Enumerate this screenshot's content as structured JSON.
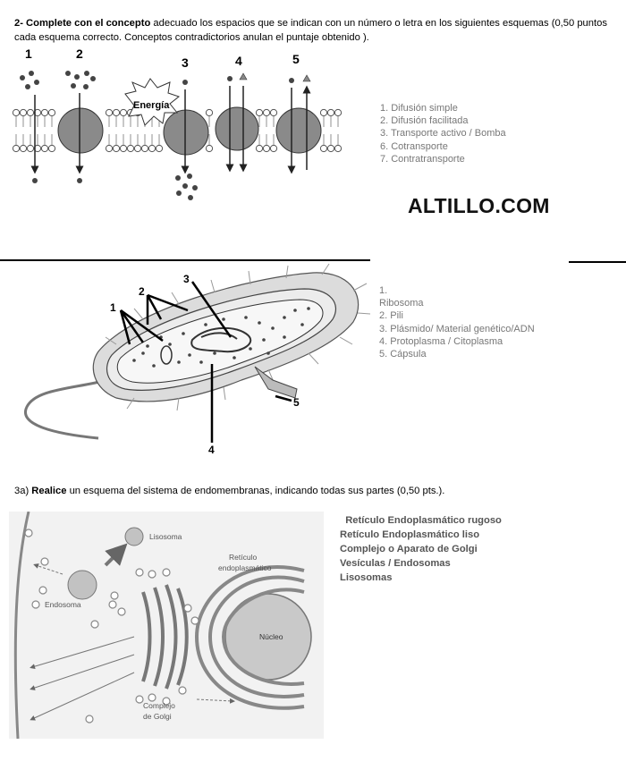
{
  "question2": {
    "bold": "2- Complete con el concepto",
    "text": " adecuado los espacios que se indican con un número o letra en los siguientes esquemas (0,50 puntos cada esquema correcto. Conceptos contradictorios anulan el puntaje obtenido )."
  },
  "membrane_diagram": {
    "numbers": [
      "1",
      "2",
      "3",
      "4",
      "5"
    ],
    "energy_label": "Energía"
  },
  "membrane_answers": [
    "1. Difusión simple",
    "2. Difusión facilitada",
    "3. Transporte activo / Bomba",
    "6. Cotransporte",
    "7. Contratransporte"
  ],
  "brand": "ALTILLO.COM",
  "bacteria_diagram": {
    "labels": [
      "1",
      "2",
      "3",
      "4",
      "5"
    ]
  },
  "bacteria_answers": [
    "1.",
    "Ribosoma",
    "2. Pili",
    "3. Plásmido/ Material genético/ADN",
    "4. Protoplasma / Citoplasma",
    "5. Cápsula"
  ],
  "question3a": {
    "prefix": "3a) ",
    "bold": "Realice",
    "text": " un esquema del sistema de endomembranas, indicando todas sus partes  (0,50 pts.)."
  },
  "endo_diagram": {
    "lisosoma": "Lisosoma",
    "reticulo_line1": "Retículo",
    "reticulo_line2": "endoplasmático",
    "endosoma": "Endosoma",
    "nucleo": "Núcleo",
    "golgi_line1": "Complejo",
    "golgi_line2": "de Golgi"
  },
  "endo_answers": [
    "  Retículo Endoplasmático rugoso",
    "Retículo Endoplasmático liso",
    "Complejo o Aparato de Golgi",
    "Vesículas / Endosomas",
    "Lisosomas"
  ]
}
